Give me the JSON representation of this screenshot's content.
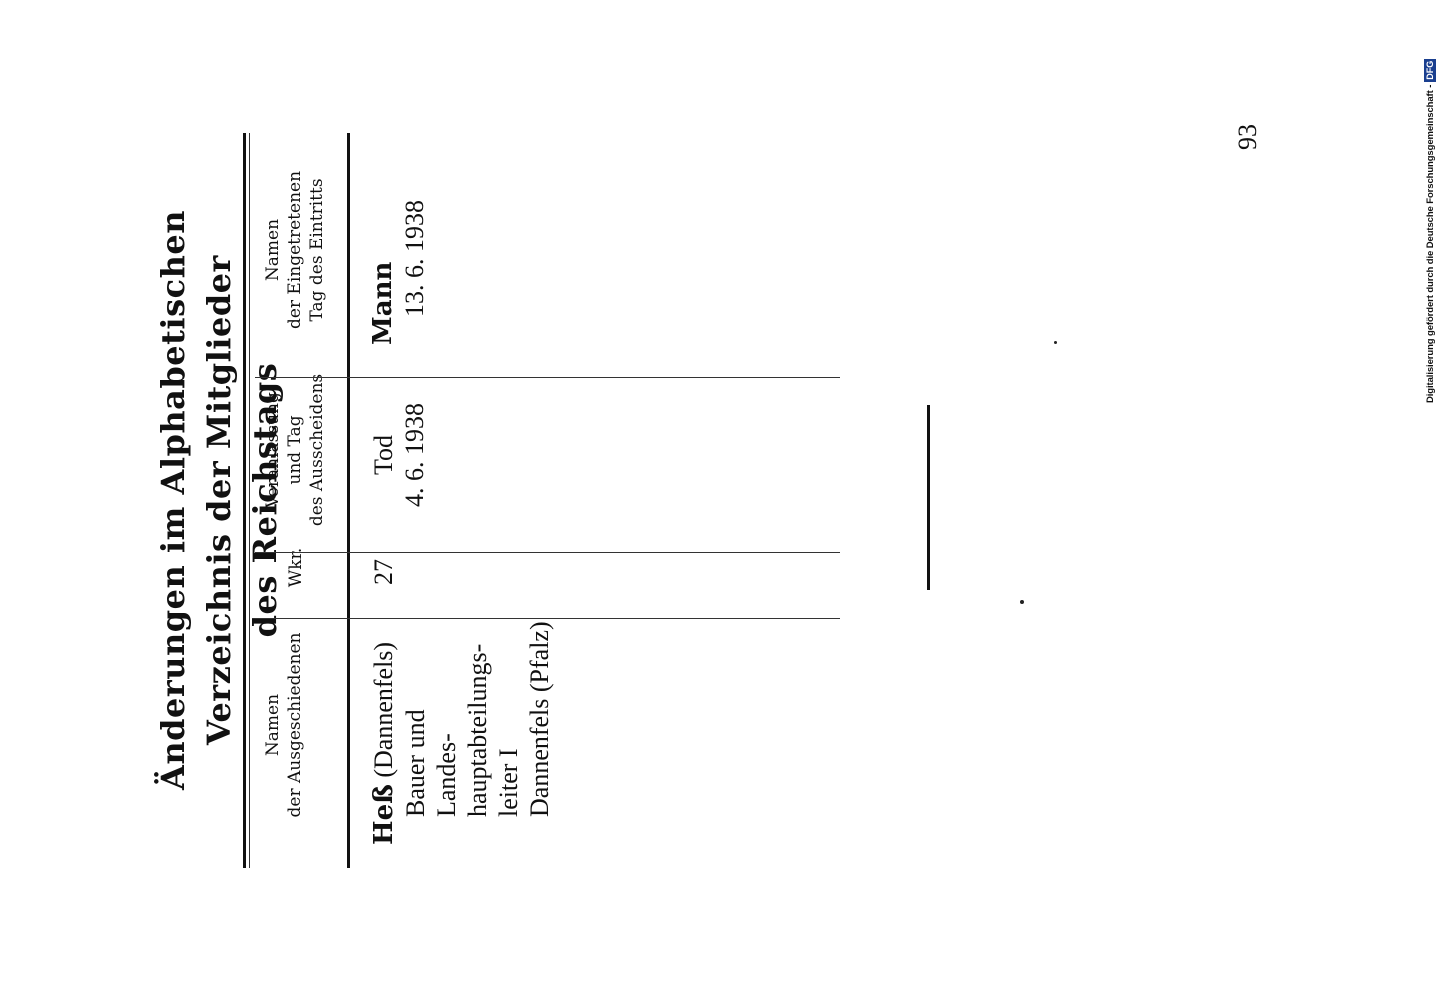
{
  "title": {
    "line1": "Änderungen im Alphabetischen Verzeichnis der Mitglieder",
    "line2": "des Reichstags"
  },
  "table": {
    "headers": {
      "col1": [
        "Namen",
        "der Ausgeschiedenen"
      ],
      "col2": [
        "Wkr."
      ],
      "col3": [
        "Veranlassung",
        "und Tag",
        "des Ausscheidens"
      ],
      "col4": [
        "Namen",
        "der Eingetretenen",
        "Tag des Eintritts"
      ]
    },
    "rows": [
      {
        "name_bold": "Heß",
        "name_rest": " (Dannenfels)",
        "details": [
          "Bauer und Landes-",
          "hauptabteilungs-",
          "leiter I",
          "Dannenfels (Pfalz)"
        ],
        "wkr": "27",
        "reason": "Tod",
        "reason_date": "4. 6. 1938",
        "new_name": "Mann",
        "new_date": "13. 6. 1938"
      }
    ]
  },
  "page_number": "93",
  "credit": {
    "text": "Digitalisierung gefördert durch die Deutsche Forschungsgemeinschaft -",
    "logo": "DFG"
  }
}
